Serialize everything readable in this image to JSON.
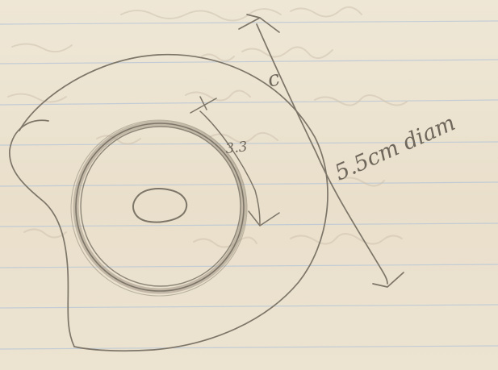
{
  "page": {
    "paper_color": "#ece3d2",
    "rule_color": "#b7c6d6",
    "pencil_color": "#7d7568",
    "bleed_color": "#cfc3af"
  },
  "sketch": {
    "outer_radius_label": "c",
    "outer_diameter_label": "5.5cm diam",
    "inner_ring_label": "3.3"
  },
  "icons": {
    "arrow": "pencil-arrow-icon",
    "hole": "center-hole-icon"
  }
}
